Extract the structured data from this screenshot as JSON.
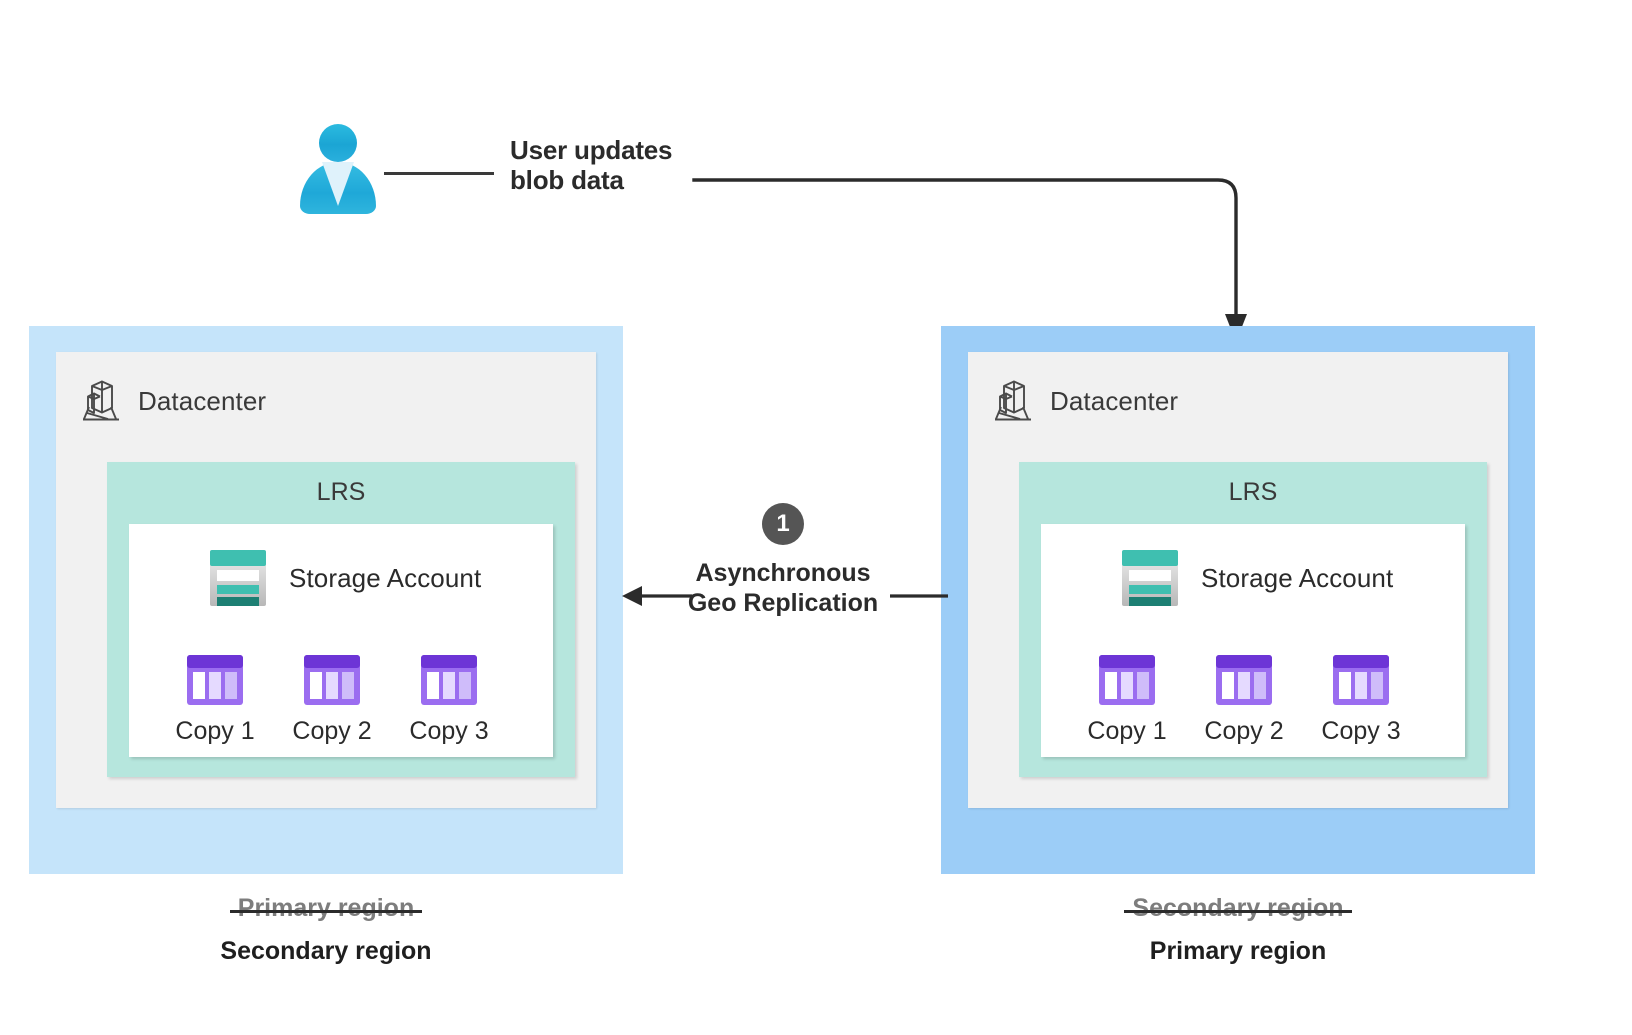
{
  "diagram": {
    "title": "Azure Storage geo-replication failover diagram",
    "colors": {
      "region_primary_blue": "#9ccdf7",
      "region_secondary_blue": "#c5e4fa",
      "datacenter_gray": "#f1f1f1",
      "lrs_mint": "#b6e6dd",
      "storage_teal": "#3fbfb0",
      "copy_purple": "#7b52d6",
      "badge_gray": "#555555",
      "line_dark": "#3a3a3a"
    }
  },
  "actor": {
    "icon": "user-icon",
    "label_line1": "User updates",
    "label_line2": "blob data"
  },
  "replication": {
    "step_number": "1",
    "label_line1": "Asynchronous",
    "label_line2": "Geo Replication",
    "direction": "right-to-left"
  },
  "regions": [
    {
      "side": "left",
      "datacenter_icon": "datacenter-icon",
      "datacenter_label": "Datacenter",
      "lrs_label": "LRS",
      "storage_icon": "storage-account-icon",
      "storage_label": "Storage Account",
      "copies": [
        {
          "icon": "copy-icon",
          "label": "Copy 1"
        },
        {
          "icon": "copy-icon",
          "label": "Copy 2"
        },
        {
          "icon": "copy-icon",
          "label": "Copy 3"
        }
      ],
      "caption_struck": "Primary region",
      "caption_current": "Secondary region"
    },
    {
      "side": "right",
      "datacenter_icon": "datacenter-icon",
      "datacenter_label": "Datacenter",
      "lrs_label": "LRS",
      "storage_icon": "storage-account-icon",
      "storage_label": "Storage Account",
      "copies": [
        {
          "icon": "copy-icon",
          "label": "Copy 1"
        },
        {
          "icon": "copy-icon",
          "label": "Copy 2"
        },
        {
          "icon": "copy-icon",
          "label": "Copy 3"
        }
      ],
      "caption_struck": "Secondary region",
      "caption_current": "Primary region"
    }
  ]
}
